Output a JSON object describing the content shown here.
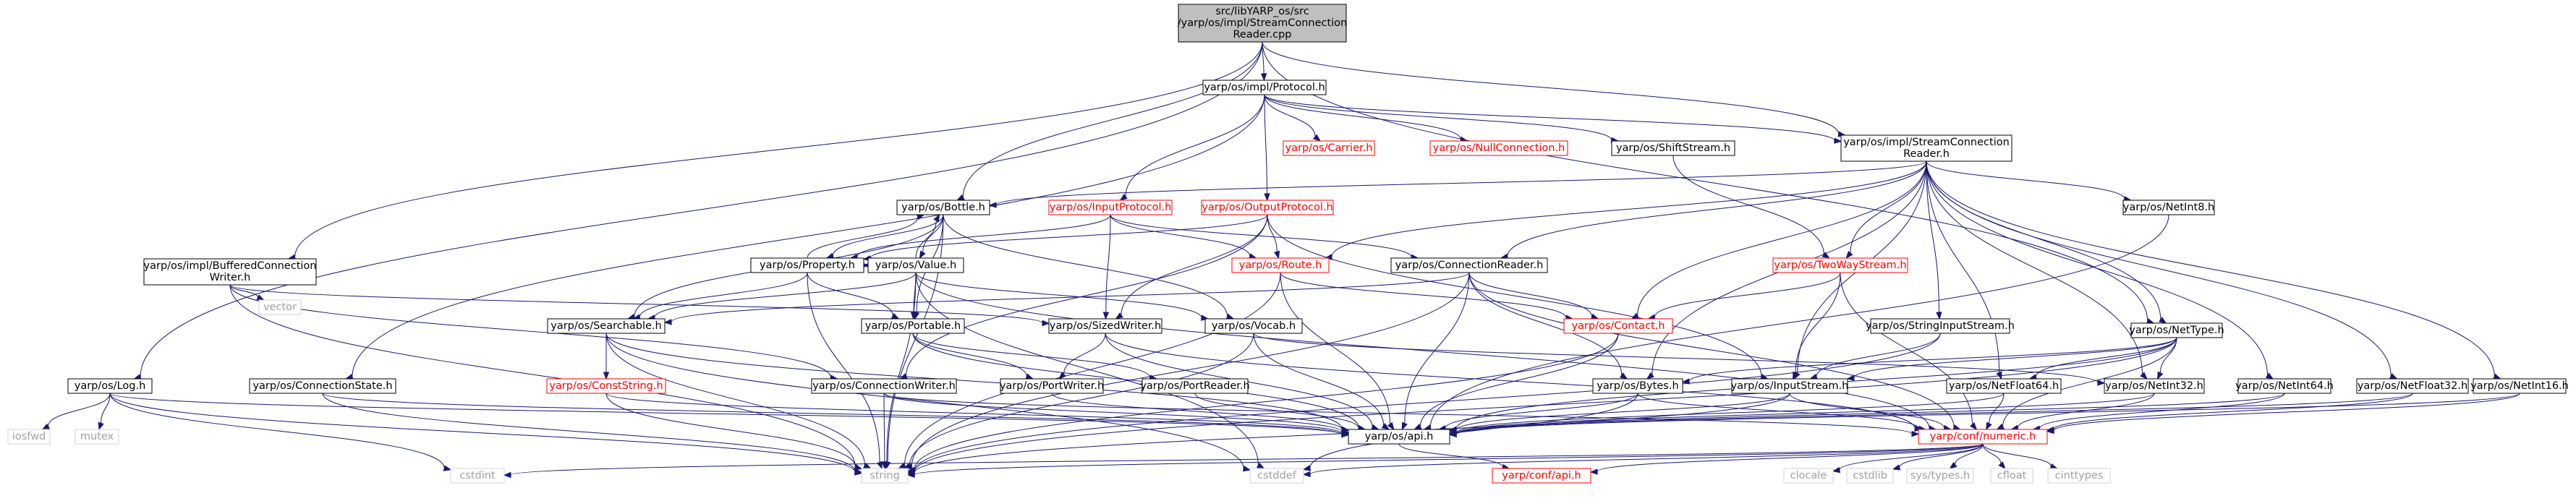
{
  "colors": {
    "edge": "#191970",
    "text_default": "#000000",
    "text_missing": "#a0a0a0",
    "text_incomplete": "#ff0000",
    "border_default": "#000000",
    "border_missing": "#d3d3d3",
    "border_incomplete": "#ff0000",
    "root_fill": "#bfbfbf"
  },
  "nodes": [
    {
      "id": "root",
      "lines": [
        "src/libYARP_os/src",
        "/yarp/os/impl/StreamConnection",
        "Reader.cpp"
      ],
      "style": "root"
    },
    {
      "id": "protocol",
      "lines": [
        "yarp/os/impl/Protocol.h"
      ],
      "style": "normal"
    },
    {
      "id": "log",
      "lines": [
        "yarp/os/Log.h"
      ],
      "style": "normal"
    },
    {
      "id": "bufwriter",
      "lines": [
        "yarp/os/impl/BufferedConnection",
        "Writer.h"
      ],
      "style": "normal"
    },
    {
      "id": "bottle",
      "lines": [
        "yarp/os/Bottle.h"
      ],
      "style": "normal"
    },
    {
      "id": "streamreader",
      "lines": [
        "yarp/os/impl/StreamConnection",
        "Reader.h"
      ],
      "style": "normal"
    },
    {
      "id": "nettype",
      "lines": [
        "yarp/os/NetType.h"
      ],
      "style": "normal"
    },
    {
      "id": "carrier",
      "lines": [
        "yarp/os/Carrier.h"
      ],
      "style": "incomplete"
    },
    {
      "id": "nullconn",
      "lines": [
        "yarp/os/NullConnection.h"
      ],
      "style": "incomplete"
    },
    {
      "id": "shiftstream",
      "lines": [
        "yarp/os/ShiftStream.h"
      ],
      "style": "normal"
    },
    {
      "id": "inputprotocol",
      "lines": [
        "yarp/os/InputProtocol.h"
      ],
      "style": "incomplete"
    },
    {
      "id": "outputprotocol",
      "lines": [
        "yarp/os/OutputProtocol.h"
      ],
      "style": "incomplete"
    },
    {
      "id": "netint8",
      "lines": [
        "yarp/os/NetInt8.h"
      ],
      "style": "normal"
    },
    {
      "id": "property",
      "lines": [
        "yarp/os/Property.h"
      ],
      "style": "normal"
    },
    {
      "id": "value",
      "lines": [
        "yarp/os/Value.h"
      ],
      "style": "normal"
    },
    {
      "id": "route",
      "lines": [
        "yarp/os/Route.h"
      ],
      "style": "incomplete"
    },
    {
      "id": "connreader",
      "lines": [
        "yarp/os/ConnectionReader.h"
      ],
      "style": "normal"
    },
    {
      "id": "twowaystream",
      "lines": [
        "yarp/os/TwoWayStream.h"
      ],
      "style": "incomplete"
    },
    {
      "id": "vector",
      "lines": [
        "vector"
      ],
      "style": "missing"
    },
    {
      "id": "searchable",
      "lines": [
        "yarp/os/Searchable.h"
      ],
      "style": "normal"
    },
    {
      "id": "portable",
      "lines": [
        "yarp/os/Portable.h"
      ],
      "style": "normal"
    },
    {
      "id": "sizedwriter",
      "lines": [
        "yarp/os/SizedWriter.h"
      ],
      "style": "normal"
    },
    {
      "id": "vocab",
      "lines": [
        "yarp/os/Vocab.h"
      ],
      "style": "normal"
    },
    {
      "id": "contact",
      "lines": [
        "yarp/os/Contact.h"
      ],
      "style": "incomplete"
    },
    {
      "id": "stringinput",
      "lines": [
        "yarp/os/StringInputStream.h"
      ],
      "style": "normal"
    },
    {
      "id": "connstate",
      "lines": [
        "yarp/os/ConnectionState.h"
      ],
      "style": "normal"
    },
    {
      "id": "conststring",
      "lines": [
        "yarp/os/ConstString.h"
      ],
      "style": "incomplete"
    },
    {
      "id": "connwriter",
      "lines": [
        "yarp/os/ConnectionWriter.h"
      ],
      "style": "normal"
    },
    {
      "id": "portwriter",
      "lines": [
        "yarp/os/PortWriter.h"
      ],
      "style": "normal"
    },
    {
      "id": "portreader",
      "lines": [
        "yarp/os/PortReader.h"
      ],
      "style": "normal"
    },
    {
      "id": "bytes",
      "lines": [
        "yarp/os/Bytes.h"
      ],
      "style": "normal"
    },
    {
      "id": "inputstream",
      "lines": [
        "yarp/os/InputStream.h"
      ],
      "style": "normal"
    },
    {
      "id": "netfloat64",
      "lines": [
        "yarp/os/NetFloat64.h"
      ],
      "style": "normal"
    },
    {
      "id": "netint32",
      "lines": [
        "yarp/os/NetInt32.h"
      ],
      "style": "normal"
    },
    {
      "id": "netint64",
      "lines": [
        "yarp/os/NetInt64.h"
      ],
      "style": "normal"
    },
    {
      "id": "netfloat32",
      "lines": [
        "yarp/os/NetFloat32.h"
      ],
      "style": "normal"
    },
    {
      "id": "netint16",
      "lines": [
        "yarp/os/NetInt16.h"
      ],
      "style": "normal"
    },
    {
      "id": "iosfwd",
      "lines": [
        "iosfwd"
      ],
      "style": "missing"
    },
    {
      "id": "mutex",
      "lines": [
        "mutex"
      ],
      "style": "missing"
    },
    {
      "id": "api",
      "lines": [
        "yarp/os/api.h"
      ],
      "style": "normal"
    },
    {
      "id": "numeric",
      "lines": [
        "yarp/conf/numeric.h"
      ],
      "style": "incomplete"
    },
    {
      "id": "cstdint",
      "lines": [
        "cstdint"
      ],
      "style": "missing"
    },
    {
      "id": "string",
      "lines": [
        "string"
      ],
      "style": "missing"
    },
    {
      "id": "confapi",
      "lines": [
        "yarp/conf/api.h"
      ],
      "style": "incomplete"
    },
    {
      "id": "cstddef",
      "lines": [
        "cstddef"
      ],
      "style": "missing"
    },
    {
      "id": "clocale",
      "lines": [
        "clocale"
      ],
      "style": "missing"
    },
    {
      "id": "cstdlib",
      "lines": [
        "cstdlib"
      ],
      "style": "missing"
    },
    {
      "id": "systypes",
      "lines": [
        "sys/types.h"
      ],
      "style": "missing"
    },
    {
      "id": "cfloat",
      "lines": [
        "cfloat"
      ],
      "style": "missing"
    },
    {
      "id": "cinttypes",
      "lines": [
        "cinttypes"
      ],
      "style": "missing"
    }
  ],
  "edges": [
    [
      "root",
      "protocol"
    ],
    [
      "root",
      "log"
    ],
    [
      "root",
      "bufwriter"
    ],
    [
      "root",
      "bottle"
    ],
    [
      "root",
      "streamreader"
    ],
    [
      "root",
      "nettype"
    ],
    [
      "protocol",
      "carrier"
    ],
    [
      "protocol",
      "nullconn"
    ],
    [
      "protocol",
      "shiftstream"
    ],
    [
      "protocol",
      "inputprotocol"
    ],
    [
      "protocol",
      "outputprotocol"
    ],
    [
      "protocol",
      "connstate"
    ],
    [
      "protocol",
      "streamreader"
    ],
    [
      "shiftstream",
      "twowaystream"
    ],
    [
      "streamreader",
      "bottle"
    ],
    [
      "streamreader",
      "netint8"
    ],
    [
      "streamreader",
      "route"
    ],
    [
      "streamreader",
      "connreader"
    ],
    [
      "streamreader",
      "twowaystream"
    ],
    [
      "streamreader",
      "contact"
    ],
    [
      "streamreader",
      "stringinput"
    ],
    [
      "streamreader",
      "bytes"
    ],
    [
      "streamreader",
      "inputstream"
    ],
    [
      "streamreader",
      "nettype"
    ],
    [
      "streamreader",
      "netfloat64"
    ],
    [
      "streamreader",
      "netint32"
    ],
    [
      "streamreader",
      "netint64"
    ],
    [
      "streamreader",
      "netfloat32"
    ],
    [
      "streamreader",
      "netint16"
    ],
    [
      "inputprotocol",
      "property"
    ],
    [
      "inputprotocol",
      "route"
    ],
    [
      "inputprotocol",
      "connreader"
    ],
    [
      "inputprotocol",
      "sizedwriter"
    ],
    [
      "outputprotocol",
      "property"
    ],
    [
      "outputprotocol",
      "route"
    ],
    [
      "outputprotocol",
      "sizedwriter"
    ],
    [
      "outputprotocol",
      "inputstream"
    ],
    [
      "outputprotocol",
      "connwriter"
    ],
    [
      "bottle",
      "property"
    ],
    [
      "bottle",
      "value"
    ],
    [
      "bottle",
      "portable"
    ],
    [
      "bottle",
      "searchable"
    ],
    [
      "bottle",
      "string"
    ],
    [
      "bottle",
      "vocab"
    ],
    [
      "property",
      "bottle"
    ],
    [
      "property",
      "value"
    ],
    [
      "property",
      "searchable"
    ],
    [
      "property",
      "portable"
    ],
    [
      "property",
      "string"
    ],
    [
      "value",
      "bottle"
    ],
    [
      "value",
      "property"
    ],
    [
      "value",
      "searchable"
    ],
    [
      "value",
      "portable"
    ],
    [
      "value",
      "vocab"
    ],
    [
      "value",
      "string"
    ],
    [
      "value",
      "cstddef"
    ],
    [
      "value",
      "numeric"
    ],
    [
      "bufwriter",
      "vector"
    ],
    [
      "bufwriter",
      "connwriter"
    ],
    [
      "bufwriter",
      "sizedwriter"
    ],
    [
      "bufwriter",
      "string"
    ],
    [
      "route",
      "contact"
    ],
    [
      "route",
      "api"
    ],
    [
      "route",
      "string"
    ],
    [
      "connreader",
      "searchable"
    ],
    [
      "connreader",
      "contact"
    ],
    [
      "connreader",
      "bytes"
    ],
    [
      "connreader",
      "numeric"
    ],
    [
      "connreader",
      "api"
    ],
    [
      "connreader",
      "string"
    ],
    [
      "twowaystream",
      "contact"
    ],
    [
      "twowaystream",
      "inputstream"
    ],
    [
      "twowaystream",
      "numeric"
    ],
    [
      "searchable",
      "conststring"
    ],
    [
      "searchable",
      "api"
    ],
    [
      "searchable",
      "string"
    ],
    [
      "searchable",
      "cstddef"
    ],
    [
      "portable",
      "portwriter"
    ],
    [
      "portable",
      "portreader"
    ],
    [
      "portable",
      "api"
    ],
    [
      "sizedwriter",
      "portwriter"
    ],
    [
      "sizedwriter",
      "numeric"
    ],
    [
      "sizedwriter",
      "api"
    ],
    [
      "vocab",
      "netint32"
    ],
    [
      "vocab",
      "api"
    ],
    [
      "vocab",
      "string"
    ],
    [
      "contact",
      "api"
    ],
    [
      "contact",
      "string"
    ],
    [
      "stringinput",
      "inputstream"
    ],
    [
      "stringinput",
      "string"
    ],
    [
      "connstate",
      "api"
    ],
    [
      "connstate",
      "string"
    ],
    [
      "conststring",
      "string"
    ],
    [
      "conststring",
      "api"
    ],
    [
      "connwriter",
      "api"
    ],
    [
      "connwriter",
      "numeric"
    ],
    [
      "connwriter",
      "string"
    ],
    [
      "portwriter",
      "api"
    ],
    [
      "portreader",
      "api"
    ],
    [
      "bytes",
      "api"
    ],
    [
      "bytes",
      "numeric"
    ],
    [
      "bytes",
      "cstddef"
    ],
    [
      "inputstream",
      "api"
    ],
    [
      "inputstream",
      "numeric"
    ],
    [
      "inputstream",
      "string"
    ],
    [
      "nettype",
      "bytes"
    ],
    [
      "nettype",
      "inputstream"
    ],
    [
      "nettype",
      "netint32"
    ],
    [
      "nettype",
      "netfloat64"
    ],
    [
      "nettype",
      "api"
    ],
    [
      "nettype",
      "numeric"
    ],
    [
      "nettype",
      "string"
    ],
    [
      "netfloat64",
      "api"
    ],
    [
      "netfloat64",
      "numeric"
    ],
    [
      "netint32",
      "api"
    ],
    [
      "netint32",
      "numeric"
    ],
    [
      "netint64",
      "api"
    ],
    [
      "netint64",
      "numeric"
    ],
    [
      "netfloat32",
      "api"
    ],
    [
      "netfloat32",
      "numeric"
    ],
    [
      "netint16",
      "api"
    ],
    [
      "netint16",
      "numeric"
    ],
    [
      "netint8",
      "api"
    ],
    [
      "log",
      "iosfwd"
    ],
    [
      "log",
      "mutex"
    ],
    [
      "log",
      "api"
    ],
    [
      "log",
      "cstdint"
    ],
    [
      "log",
      "string"
    ],
    [
      "api",
      "confapi"
    ],
    [
      "numeric",
      "confapi"
    ],
    [
      "numeric",
      "cstdint"
    ],
    [
      "numeric",
      "string"
    ],
    [
      "numeric",
      "cstddef"
    ],
    [
      "numeric",
      "clocale"
    ],
    [
      "numeric",
      "cstdlib"
    ],
    [
      "numeric",
      "systypes"
    ],
    [
      "numeric",
      "cfloat"
    ],
    [
      "numeric",
      "cinttypes"
    ]
  ]
}
